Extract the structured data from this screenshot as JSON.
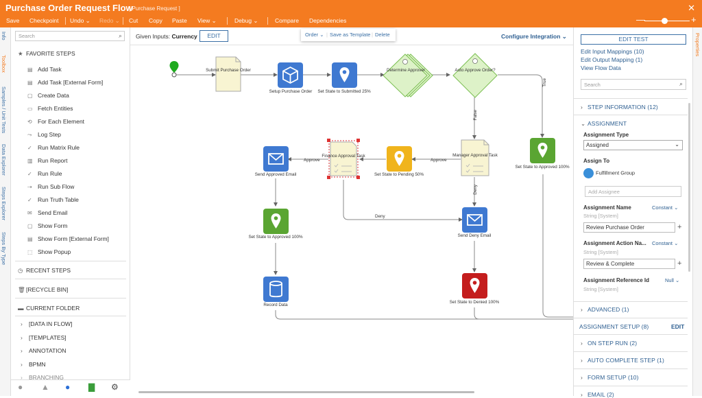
{
  "app": {
    "title": "Purchase Order Request Flow",
    "subtitle": "[ Purchase Request ]",
    "close_glyph": "✕"
  },
  "menu": {
    "save": "Save",
    "checkpoint": "Checkpoint",
    "undo": "Undo ⌄",
    "redo": "Redo ⌄",
    "cut": "Cut",
    "copy": "Copy",
    "paste": "Paste",
    "view": "View ⌄",
    "debug": "Debug ⌄",
    "compare": "Compare",
    "dependencies": "Dependencies"
  },
  "zoom": {
    "minus": "—",
    "plus": "+",
    "level": 0.45
  },
  "left_tabs": [
    "Info",
    "Toolbox",
    "Samples / Unit Tests",
    "Data Explorer",
    "Steps Explorer",
    "Steps By Type"
  ],
  "toolbox": {
    "search_placeholder": "Search",
    "favorite_header": "FAVORITE STEPS",
    "steps": [
      "Add Task",
      "Add Task [External Form]",
      "Create Data",
      "Fetch Entities",
      "For Each Element",
      "Log Step",
      "Run Matrix Rule",
      "Run Report",
      "Run Rule",
      "Run Sub Flow",
      "Run Truth Table",
      "Send Email",
      "Show Form",
      "Show Form [External Form]",
      "Show Popup"
    ],
    "recent_header": "RECENT STEPS",
    "recycle_header": "[RECYCLE BIN]",
    "folder_header": "CURRENT FOLDER",
    "folders": [
      "[DATA IN FLOW]",
      "[TEMPLATES]",
      "ANNOTATION",
      "BPMN",
      "BRANCHING"
    ]
  },
  "canvas_header": {
    "given_label": "Given Inputs:",
    "given_value": "Currency",
    "edit": "EDIT",
    "configure": "Configure Integration ⌄"
  },
  "popup": {
    "order": "Order ⌄",
    "save_template": "Save as Template",
    "delete": "Delete"
  },
  "flow": {
    "nodes": {
      "submit": "Submit Purchase Order",
      "setup": "Setup Purchase Order",
      "submitted": "Set State to Submitted 25%",
      "determine": "Determine Approver",
      "autoapprove": "Auto Approve Order?",
      "approved_right": "Set State to Approved 100%",
      "manager": "Manager Approval Task",
      "pending": "Set State to Pending 50%",
      "finance": "Finance Approval Task",
      "send_approved": "Send Approved Email",
      "approved_left": "Set State to Approved 100%",
      "record": "Record Data",
      "send_deny": "Send Deny Email",
      "denied": "Set State to Denied 100%"
    },
    "edges": {
      "true": "True",
      "false": "False",
      "approve1": "Approve",
      "approve2": "Approve",
      "deny1": "Deny",
      "deny2": "Deny"
    },
    "colors": {
      "blue": "#3f79d1",
      "green": "#5aa532",
      "yellow": "#f0b41c",
      "red": "#c41d1d",
      "decision": "#ddf2c8",
      "form": "#f8f4d2"
    }
  },
  "properties": {
    "tab": "Properties",
    "edit_test": "EDIT TEST",
    "links": [
      "Edit Input Mappings (10)",
      "Edit Output Mapping (1)",
      "View Flow Data"
    ],
    "search_placeholder": "Search",
    "step_info": "STEP INFORMATION (12)",
    "assignment": "ASSIGNMENT",
    "assignment_type_label": "Assignment Type",
    "assignment_type_value": "Assigned",
    "assign_to_label": "Assign To",
    "assignee": "Fulfillment Group",
    "add_assignee_placeholder": "Add Assignee",
    "name_label": "Assignment Name",
    "name_mode": "Constant ⌄",
    "name_type": "String [System]",
    "name_value": "Review Purchase Order",
    "action_label": "Assignment Action Na...",
    "action_mode": "Constant ⌄",
    "action_type": "String [System]",
    "action_value": "Review & Complete",
    "ref_label": "Assignment Reference Id",
    "ref_mode": "Null ⌄",
    "ref_type": "String [System]",
    "advanced": "ADVANCED (1)",
    "assignment_setup": "ASSIGNMENT SETUP (8)",
    "assignment_setup_edit": "EDIT",
    "on_step_run": "ON STEP RUN (2)",
    "auto_complete": "AUTO COMPLETE STEP (1)",
    "form_setup": "FORM SETUP (10)",
    "email": "EMAIL (2)"
  }
}
